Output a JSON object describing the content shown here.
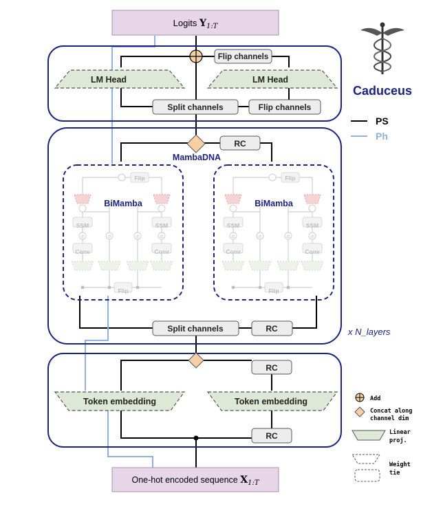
{
  "diagram": {
    "top_box": {
      "prefix": "Logits ",
      "math_symbol": "Y",
      "math_sub": "1:T"
    },
    "bottom_box": {
      "prefix": "One-hot encoded sequence ",
      "math_symbol": "X",
      "math_sub": "1:T"
    },
    "brand": {
      "name": "Caduceus"
    },
    "legend_paths": [
      {
        "label": "PS",
        "color": "#000000"
      },
      {
        "label": "Ph",
        "color": "#8EB1E0"
      }
    ],
    "lm_head_block": {
      "flip_channels_top": "Flip channels",
      "lm_head_left": "LM Head",
      "lm_head_right": "LM Head",
      "split_channels": "Split channels",
      "flip_channels_bottom": "Flip channels"
    },
    "mamba_block": {
      "rc_top": "RC",
      "title": "MambaDNA",
      "bimamba_left": "BiMamba",
      "bimamba_right": "BiMamba",
      "split_channels": "Split channels",
      "rc_bottom": "RC",
      "repeat_label": "x N_layers"
    },
    "bimamba_inner": {
      "flip": "Flip",
      "ssm": "SSM",
      "conv": "Conv",
      "sigma": "σ"
    },
    "embedding_block": {
      "rc_top": "RC",
      "token_embedding_left": "Token embedding",
      "token_embedding_right": "Token embedding",
      "rc_bottom": "RC"
    },
    "key": {
      "add": "Add",
      "concat_line1": "Concat along",
      "concat_line2": "channel dim",
      "linear_line1": "Linear",
      "linear_line2": "proj.",
      "weight_line1": "Weight",
      "weight_line2": "tie"
    },
    "colors": {
      "navy": "#1A237E",
      "purple_fill": "#E6D6E8",
      "green_fill": "#DDE8D6",
      "orange_fill": "#F6CFA5",
      "light_blue": "#8EB1E0",
      "pink_fill": "#F4D3D3"
    }
  }
}
